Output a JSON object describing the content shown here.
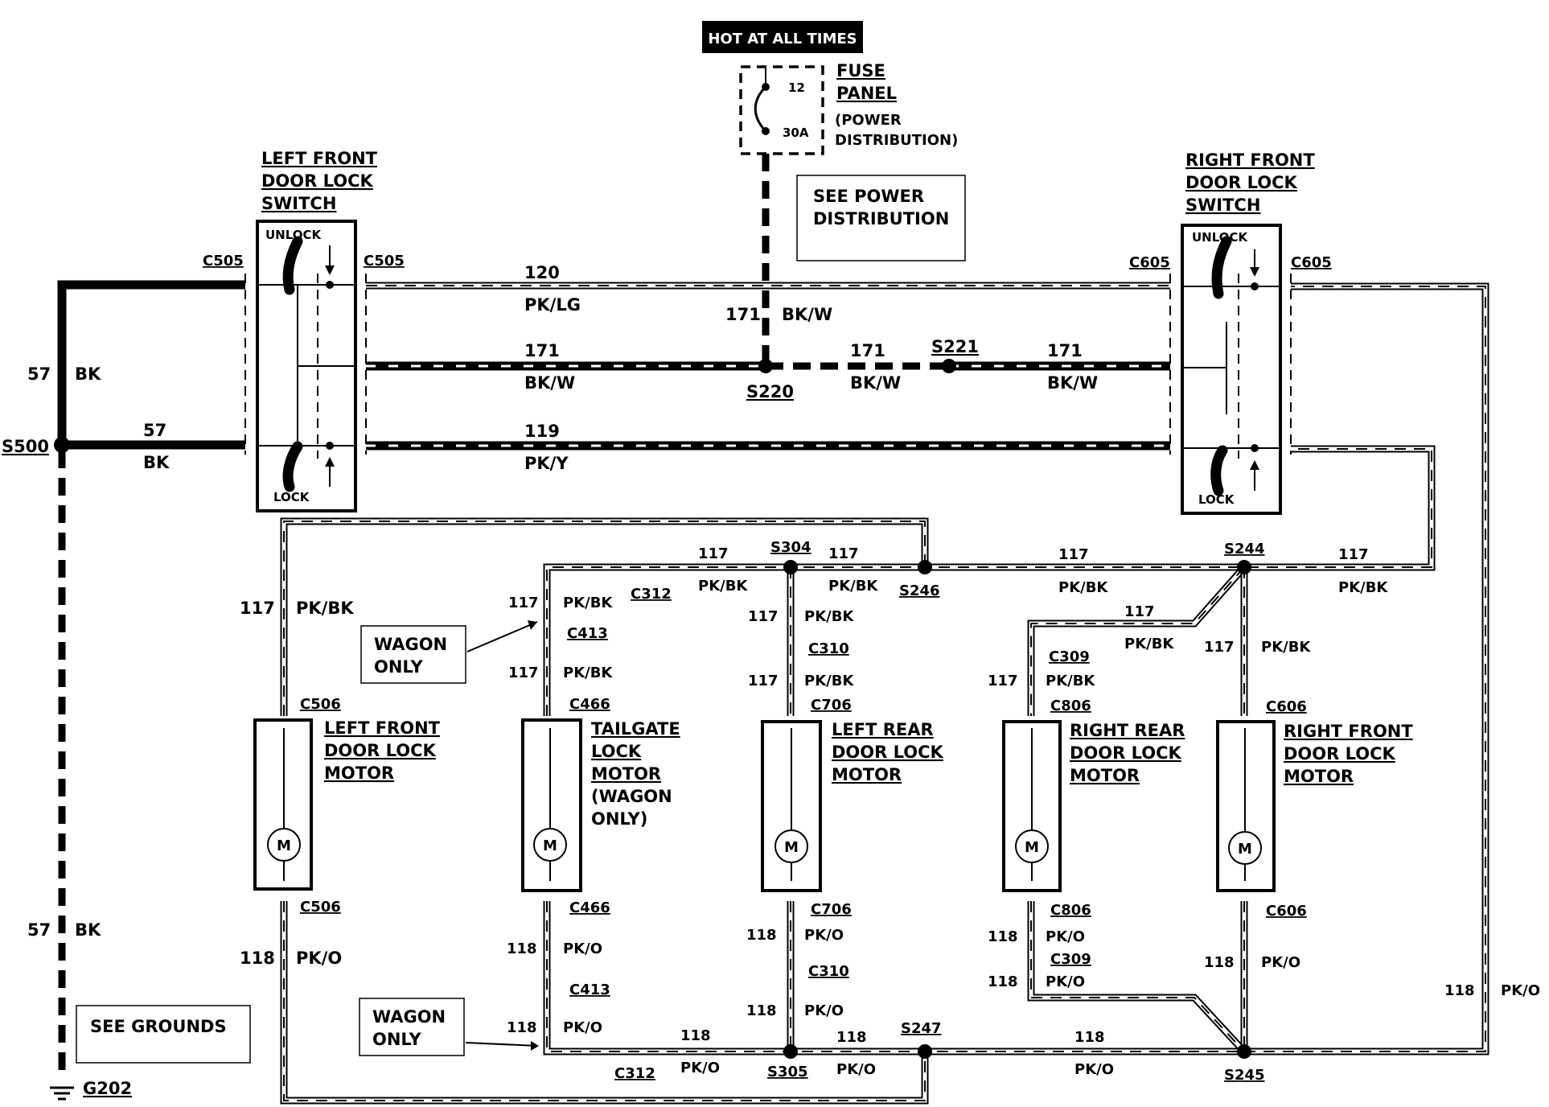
{
  "header": {
    "hot_label": "HOT AT ALL TIMES"
  },
  "fuse_panel": {
    "title_line1": "FUSE",
    "title_line2": "PANEL",
    "subtitle_line1": "(POWER",
    "subtitle_line2": "DISTRIBUTION)",
    "fuse_number": "12",
    "fuse_rating": "30A"
  },
  "notes": {
    "see_power_line1": "SEE POWER",
    "see_power_line2": "DISTRIBUTION",
    "see_grounds": "SEE GROUNDS",
    "wagon_only_line1": "WAGON",
    "wagon_only_line2": "ONLY"
  },
  "switches": {
    "left": {
      "title": [
        "LEFT FRONT",
        "DOOR LOCK",
        "SWITCH"
      ],
      "unlock": "UNLOCK",
      "lock": "LOCK"
    },
    "right": {
      "title": [
        "RIGHT FRONT",
        "DOOR LOCK",
        "SWITCH"
      ],
      "unlock": "UNLOCK",
      "lock": "LOCK"
    }
  },
  "motors": [
    {
      "id": "lf",
      "title": [
        "LEFT FRONT",
        "DOOR LOCK",
        "MOTOR"
      ],
      "top_conn": "C506",
      "bottom_conn": "C506",
      "symbol": "M"
    },
    {
      "id": "tg",
      "title": [
        "TAILGATE",
        "LOCK",
        "MOTOR",
        "(WAGON",
        "ONLY)"
      ],
      "top_conn": "C466",
      "bottom_conn": "C466",
      "symbol": "M"
    },
    {
      "id": "lr",
      "title": [
        "LEFT REAR",
        "DOOR LOCK",
        "MOTOR"
      ],
      "top_conn": "C706",
      "bottom_conn": "C706",
      "symbol": "M"
    },
    {
      "id": "rr",
      "title": [
        "RIGHT REAR",
        "DOOR LOCK",
        "MOTOR"
      ],
      "top_conn": "C806",
      "bottom_conn": "C806",
      "symbol": "M"
    },
    {
      "id": "rf",
      "title": [
        "RIGHT FRONT",
        "DOOR LOCK",
        "MOTOR"
      ],
      "top_conn": "C606",
      "bottom_conn": "C606",
      "symbol": "M"
    }
  ],
  "connectors": {
    "c505": "C505",
    "c605": "C605",
    "c312": "C312",
    "c413": "C413",
    "c310": "C310",
    "c309": "C309"
  },
  "splices": {
    "s220": "S220",
    "s221": "S221",
    "s500": "S500",
    "s304": "S304",
    "s246": "S246",
    "s244": "S244",
    "s305": "S305",
    "s247": "S247",
    "s245": "S245"
  },
  "ground": {
    "g202": "G202"
  },
  "circuits": {
    "c57": "57",
    "bk": "BK",
    "c120": "120",
    "pk_lg": "PK/LG",
    "c171": "171",
    "bk_w": "BK/W",
    "c119": "119",
    "pk_y": "PK/Y",
    "c117": "117",
    "pk_bk": "PK/BK",
    "c118": "118",
    "pk_o": "PK/O"
  }
}
